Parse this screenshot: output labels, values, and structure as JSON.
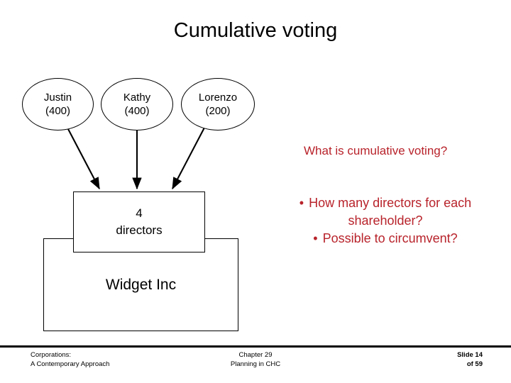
{
  "slide": {
    "title": "Cumulative voting",
    "accent_red": "#B8232B",
    "ink": "#000000",
    "background": "#FFFFFF"
  },
  "shareholders": [
    {
      "name": "Justin",
      "shares": "(400)"
    },
    {
      "name": "Kathy",
      "shares": "(400)"
    },
    {
      "name": "Lorenzo",
      "shares": "(200)"
    }
  ],
  "diagram": {
    "directors_box": {
      "count": "4",
      "label": "directors"
    },
    "company_box": {
      "label": "Widget Inc"
    },
    "arrow_count": 3
  },
  "notes": {
    "heading": "What is cumulative voting?",
    "bullet_glyph": "•",
    "bullets": [
      "How many directors for each shareholder?",
      "Possible to circumvent?"
    ]
  },
  "footer": {
    "left_line1": "Corporations:",
    "left_line2": "A Contemporary Approach",
    "center_line1": "Chapter 29",
    "center_line2": "Planning in CHC",
    "right_line1": "Slide 14",
    "right_line2": "of 59"
  }
}
